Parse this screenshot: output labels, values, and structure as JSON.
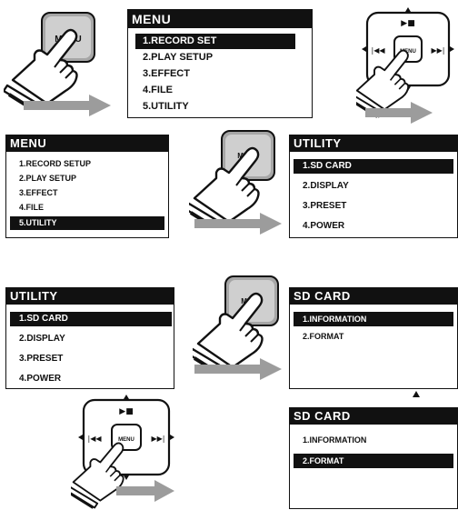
{
  "labels": {
    "menu_key": "MENU"
  },
  "menus": {
    "menu_top": {
      "title": "MENU",
      "items": [
        "1.RECORD SET",
        "2.PLAY SETUP",
        "3.EFFECT",
        "4.FILE",
        "5.UTILITY"
      ],
      "selected": 0
    },
    "menu_second": {
      "title": "MENU",
      "items": [
        "1.RECORD SETUP",
        "2.PLAY SETUP",
        "3.EFFECT",
        "4.FILE",
        "5.UTILITY"
      ],
      "selected": 4
    },
    "utility_right": {
      "title": "UTILITY",
      "items": [
        "1.SD CARD",
        "2.DISPLAY",
        "3.PRESET",
        "4.POWER"
      ],
      "selected": 0
    },
    "utility_left": {
      "title": "UTILITY",
      "items": [
        "1.SD CARD",
        "2.DISPLAY",
        "3.PRESET",
        "4.POWER"
      ],
      "selected": 0
    },
    "sdcard_info": {
      "title": "SD CARD",
      "items": [
        "1.INFORMATION",
        "2.FORMAT"
      ],
      "selected": 0
    },
    "sdcard_format": {
      "title": "SD CARD",
      "items": [
        "1.INFORMATION",
        "2.FORMAT"
      ],
      "selected": 1
    }
  }
}
